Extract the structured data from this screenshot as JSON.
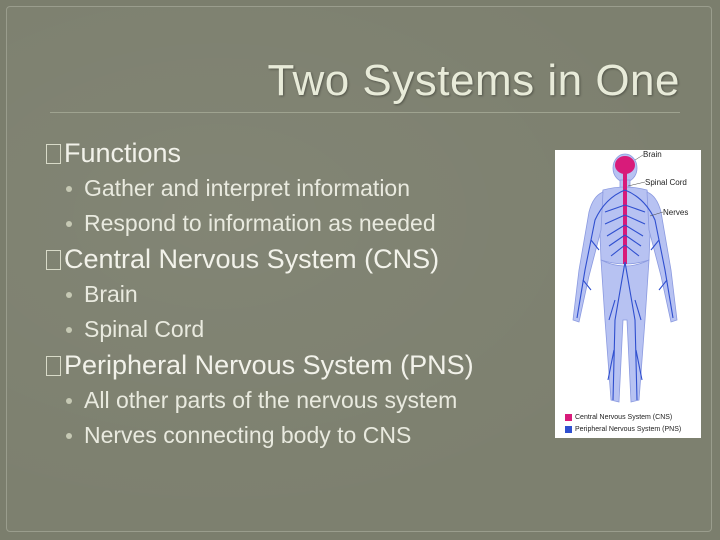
{
  "slide": {
    "title": "Two  Systems in One",
    "sections": [
      {
        "heading": "Functions",
        "bullets": [
          "Gather and interpret information",
          "Respond to information as needed"
        ]
      },
      {
        "heading": "Central Nervous System (CNS)",
        "bullets": [
          "Brain",
          "Spinal Cord"
        ]
      },
      {
        "heading": "Peripheral Nervous System (PNS)",
        "bullets": [
          "All other parts of the nervous system",
          "Nerves connecting body to CNS"
        ]
      }
    ]
  },
  "figure": {
    "labels": {
      "brain": "Brain",
      "spinal_cord": "Spinal Cord",
      "nerves": "Nerves"
    },
    "legend": {
      "cns": "Central Nervous System (CNS)",
      "pns": "Peripheral Nervous System (PNS)"
    }
  },
  "colors": {
    "background": "#7b7e6d",
    "title": "#e8ebd9",
    "body_text": "#f2f2ea",
    "cns": "#d81b7a",
    "pns": "#2f4fcf",
    "body_fill": "#a9b6f0"
  }
}
